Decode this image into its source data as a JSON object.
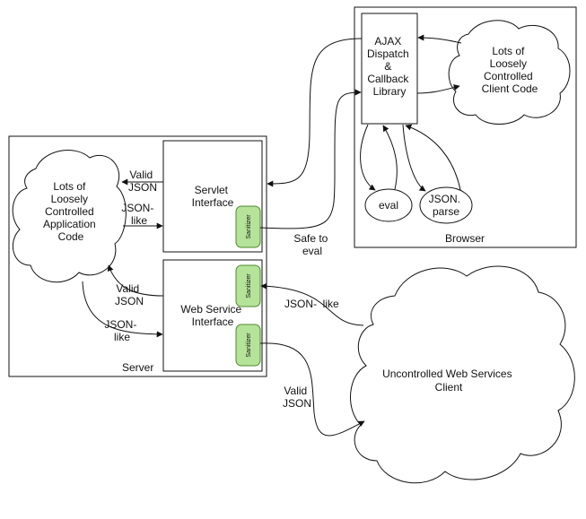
{
  "containers": {
    "server": "Server",
    "browser": "Browser"
  },
  "nodes": {
    "server_app_code": [
      "Lots of",
      "Loosely",
      "Controlled",
      "Application",
      "Code"
    ],
    "servlet_interface": [
      "Servlet",
      "Interface"
    ],
    "web_service_interface": [
      "Web Service",
      "Interface"
    ],
    "ajax_library": [
      "AJAX",
      "Dispatch",
      "&",
      "Callback",
      "Library"
    ],
    "client_code": [
      "Lots of",
      "Loosely",
      "Controlled",
      "Client Code"
    ],
    "eval_node": "eval",
    "json_parse_node": [
      "JSON.",
      "parse"
    ],
    "uncontrolled_client": [
      "Uncontrolled Web Services",
      "Client"
    ]
  },
  "sanitizer_label": "Sanitizer",
  "edge_labels": {
    "valid_json_top": [
      "Valid",
      "JSON"
    ],
    "json_like_top": [
      "JSON-",
      "like"
    ],
    "valid_json_mid": [
      "Valid",
      "JSON"
    ],
    "json_like_mid": [
      "JSON-",
      "like"
    ],
    "safe_to_eval": [
      "Safe to",
      "eval"
    ],
    "json_like_ws": "JSON-  like",
    "valid_json_ws": [
      "Valid",
      "JSON"
    ]
  },
  "colors": {
    "sanitizer_fill": "#b5e39a",
    "sanitizer_stroke": "#4f8a2e",
    "stroke": "#111111"
  }
}
